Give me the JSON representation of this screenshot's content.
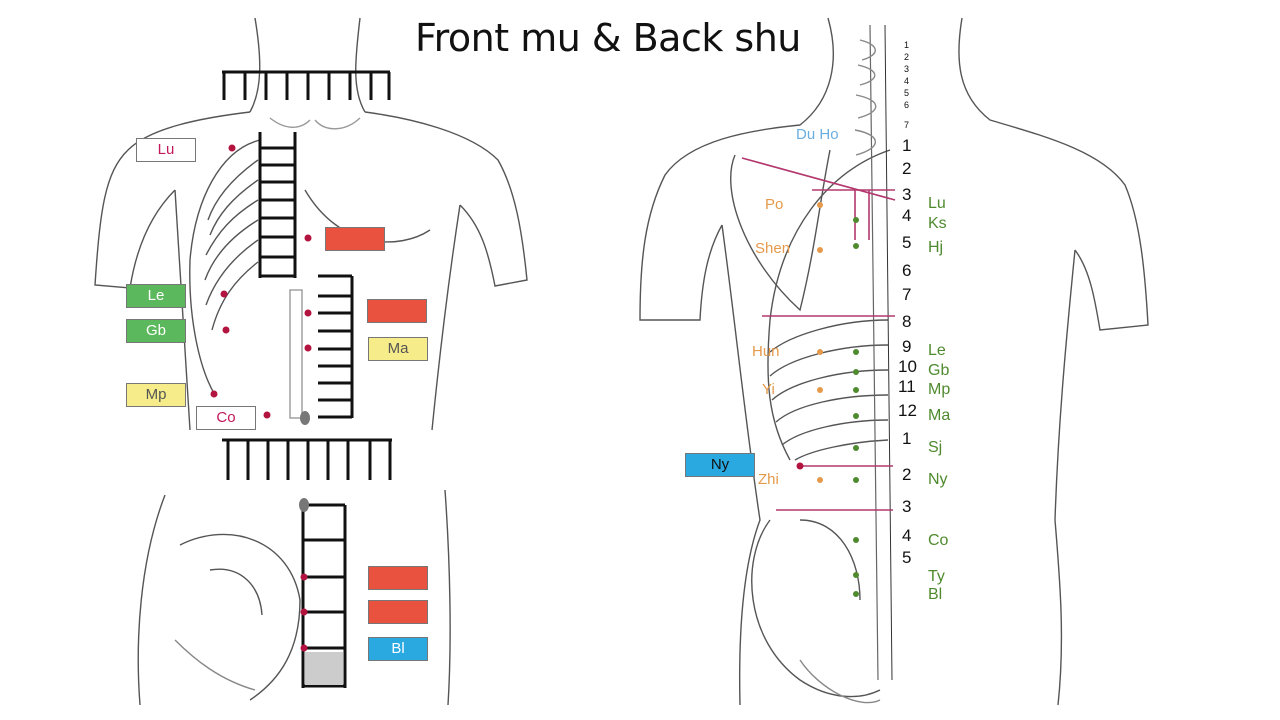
{
  "title": "Front mu & Back shu",
  "colors": {
    "lu_text": "#c2185b",
    "green_fill": "#5cb85c",
    "red_fill": "#e8523e",
    "yellow_fill": "#f7ec8a",
    "blue_fill": "#29a9e0",
    "spine_green": "#4f8a2e",
    "orange_text": "#e59a4b",
    "du_blue": "#6aaee0",
    "mu_point": "#b3143f",
    "line_magenta": "#b3386e"
  },
  "front_labels": {
    "lu": "Lu",
    "le": "Le",
    "gb": "Gb",
    "mp": "Mp",
    "co": "Co",
    "ma": "Ma",
    "bl": "Bl"
  },
  "back": {
    "du": "Du",
    "du_suffix": "Ho",
    "orange_labels": [
      "Po",
      "Shen",
      "Hun",
      "Yi",
      "Zhi"
    ],
    "ny_box": "Ny",
    "green_labels": [
      "Lu",
      "Ks",
      "Hj",
      "Le",
      "Gb",
      "Mp",
      "Ma",
      "Sj",
      "Ny",
      "Co",
      "Ty",
      "Bl"
    ]
  },
  "vertebra_numbers": {
    "cervical": [
      "1",
      "2",
      "3",
      "4",
      "5",
      "6",
      "7"
    ],
    "thoracic": [
      "1",
      "2",
      "3",
      "4",
      "5",
      "6",
      "7",
      "8",
      "9",
      "10",
      "11",
      "12"
    ],
    "lumbar": [
      "1",
      "2",
      "3",
      "4",
      "5"
    ]
  }
}
